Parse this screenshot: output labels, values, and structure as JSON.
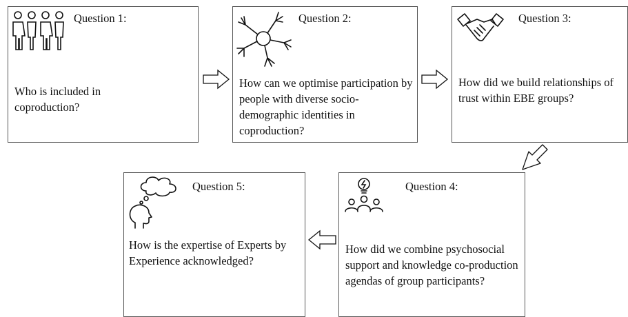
{
  "boxes": [
    {
      "title": "Question 1:",
      "text": "Who is included in coproduction?",
      "icon": "people-group-icon"
    },
    {
      "title": "Question 2:",
      "text": "How can we optimise participation by people with diverse socio-demographic identities in coproduction?",
      "icon": "joined-hands-icon"
    },
    {
      "title": "Question 3:",
      "text": "How did we build relationships of trust within EBE groups?",
      "icon": "handshake-icon"
    },
    {
      "title": "Question 4:",
      "text": "How did we combine psychosocial support and knowledge co-production agendas of group participants?",
      "icon": "team-lightbulb-icon"
    },
    {
      "title": "Question 5:",
      "text": "How is the expertise of Experts by Experience acknowledged?",
      "icon": "thinking-head-icon"
    }
  ],
  "colors": {
    "border": "#555555",
    "text": "#111111",
    "background": "#ffffff"
  }
}
